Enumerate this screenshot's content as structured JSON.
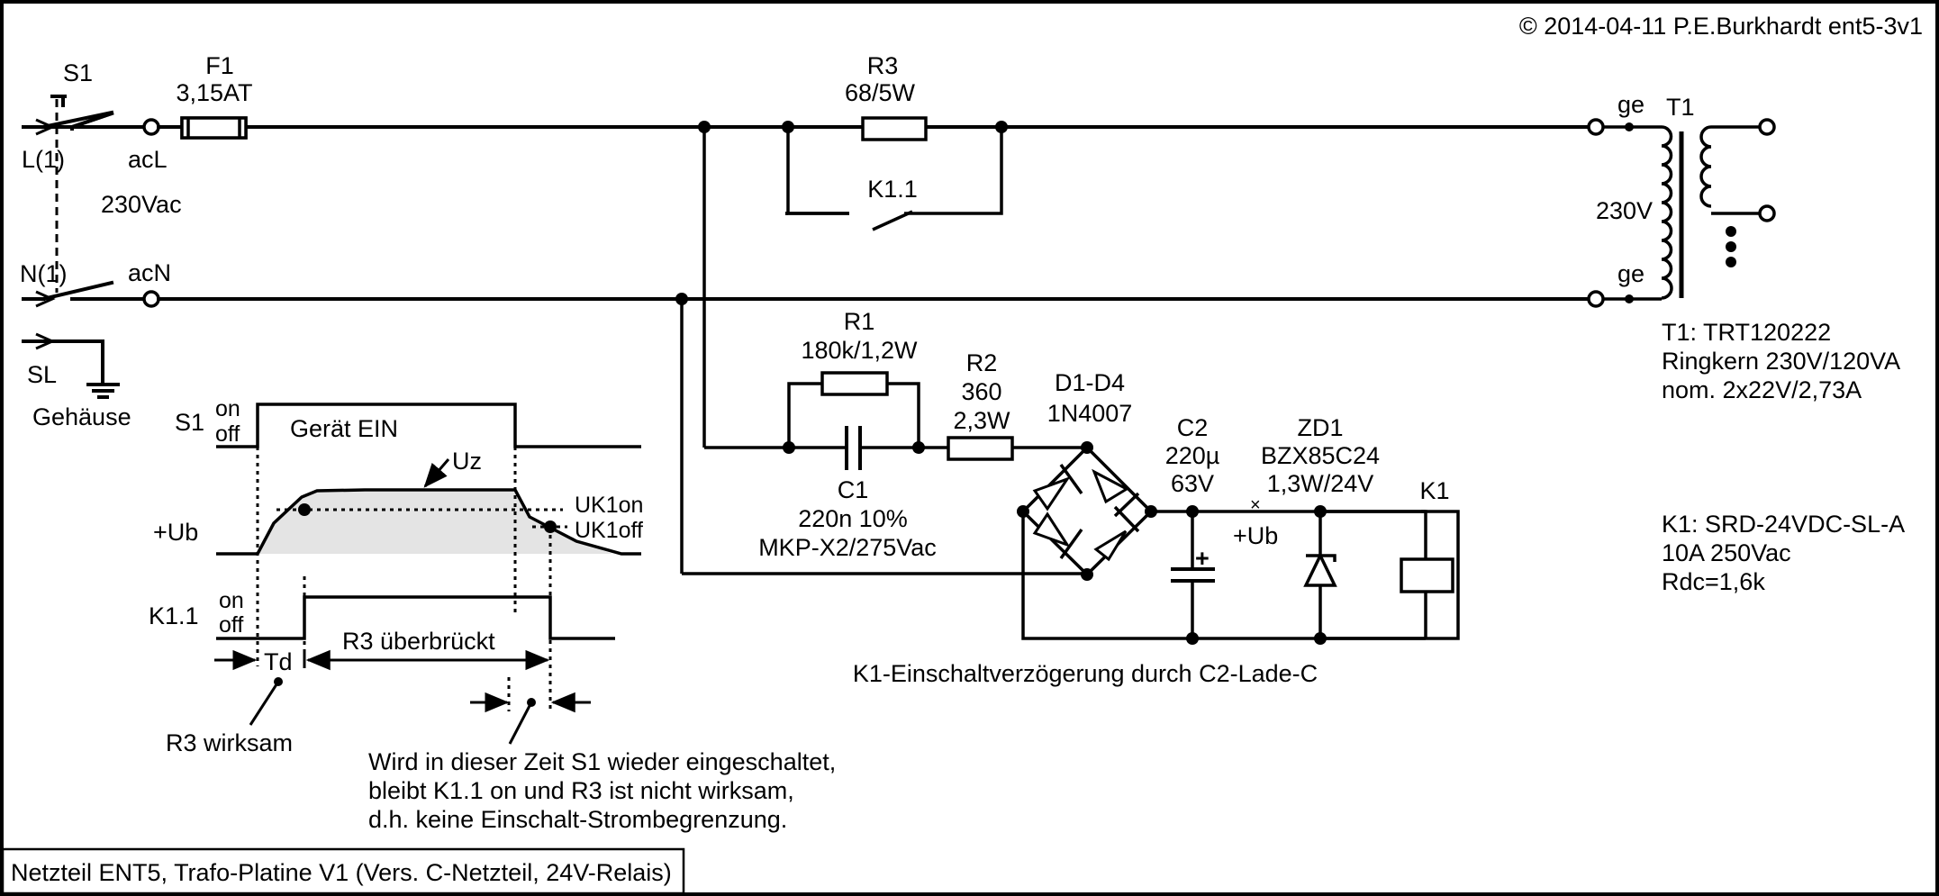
{
  "copyright": "© 2014-04-11 P.E.Burkhardt ent5-3v1",
  "title_block": "Netzteil ENT5, Trafo-Platine V1 (Vers. C-Netzteil, 24V-Relais)",
  "inputs": {
    "line": "L(1)",
    "neutral": "N(1)",
    "protective": "SL",
    "ground_label": "Gehäuse",
    "voltage": "230Vac",
    "acL": "acL",
    "acN": "acN"
  },
  "components": {
    "S1": {
      "ref": "S1"
    },
    "F1": {
      "ref": "F1",
      "value": "3,15AT"
    },
    "R3": {
      "ref": "R3",
      "value": "68/5W"
    },
    "K1_1": {
      "ref": "K1.1"
    },
    "R1": {
      "ref": "R1",
      "value": "180k/1,2W"
    },
    "C1": {
      "ref": "C1",
      "value": "220n 10%",
      "type": "MKP-X2/275Vac"
    },
    "R2": {
      "ref": "R2",
      "value": "360",
      "power": "2,3W"
    },
    "D1_D4": {
      "ref": "D1-D4",
      "value": "1N4007"
    },
    "C2": {
      "ref": "C2",
      "value": "220µ",
      "voltage": "63V"
    },
    "ZD1": {
      "ref": "ZD1",
      "value": "BZX85C24",
      "rating": "1,3W/24V"
    },
    "K1": {
      "ref": "K1"
    },
    "T1": {
      "ref": "T1",
      "primary": "230V",
      "tap_top": "ge",
      "tap_bottom": "ge"
    }
  },
  "ub_label": "+Ub",
  "plus_sign": "+",
  "notes": {
    "t1": [
      "T1: TRT120222",
      "Ringkern 230V/120VA",
      "nom. 2x22V/2,73A"
    ],
    "k1": [
      "K1: SRD-24VDC-SL-A",
      "10A 250Vac",
      "Rdc=1,6k"
    ],
    "delay": "K1-Einschaltverzögerung durch C2-Lade-C"
  },
  "timing": {
    "s1_label": "S1",
    "ub_label": "+Ub",
    "k11_label": "K1.1",
    "on": "on",
    "off": "off",
    "device_on": "Gerät EIN",
    "uz": "Uz",
    "uk1on": "UK1on",
    "uk1off": "UK1off",
    "td": "Td",
    "r3_bridged": "R3 überbrückt",
    "r3_active": "R3 wirksam",
    "note": [
      "Wird in dieser Zeit S1 wieder eingeschaltet,",
      "bleibt K1.1 on und R3 ist nicht wirksam,",
      "d.h. keine Einschalt-Strombegrenzung."
    ]
  }
}
